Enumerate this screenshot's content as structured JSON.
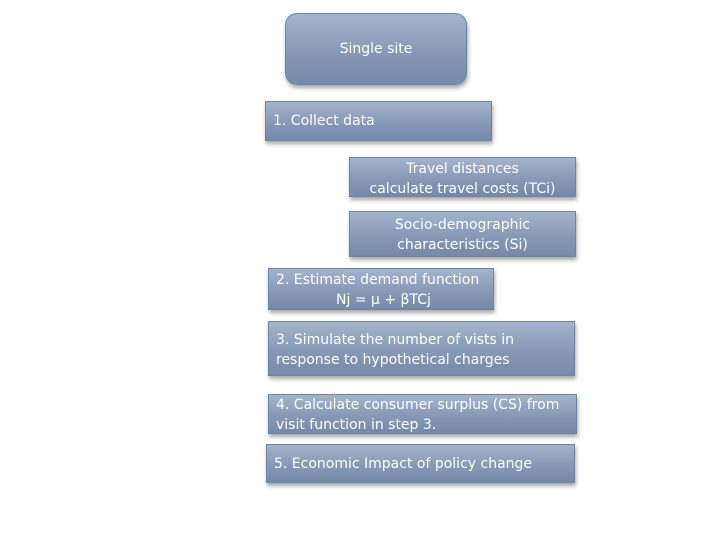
{
  "diagram": {
    "title": "Single site",
    "step1": "1. Collect data",
    "travel": {
      "line1": "Travel distances",
      "line2": "calculate travel costs (TCi)"
    },
    "socio": {
      "line1": "Socio-demographic",
      "line2": "characteristics (Si)"
    },
    "step2": {
      "line1": "2. Estimate demand function",
      "line2": "Nj = μ + βTCj"
    },
    "step3": {
      "line1": "3. Simulate the number of vists in",
      "line2": "response to hypothetical charges"
    },
    "step4": {
      "line1": "4. Calculate consumer surplus (CS) from",
      "line2": "visit function in step 3."
    },
    "step5": "5. Economic Impact of policy change"
  }
}
